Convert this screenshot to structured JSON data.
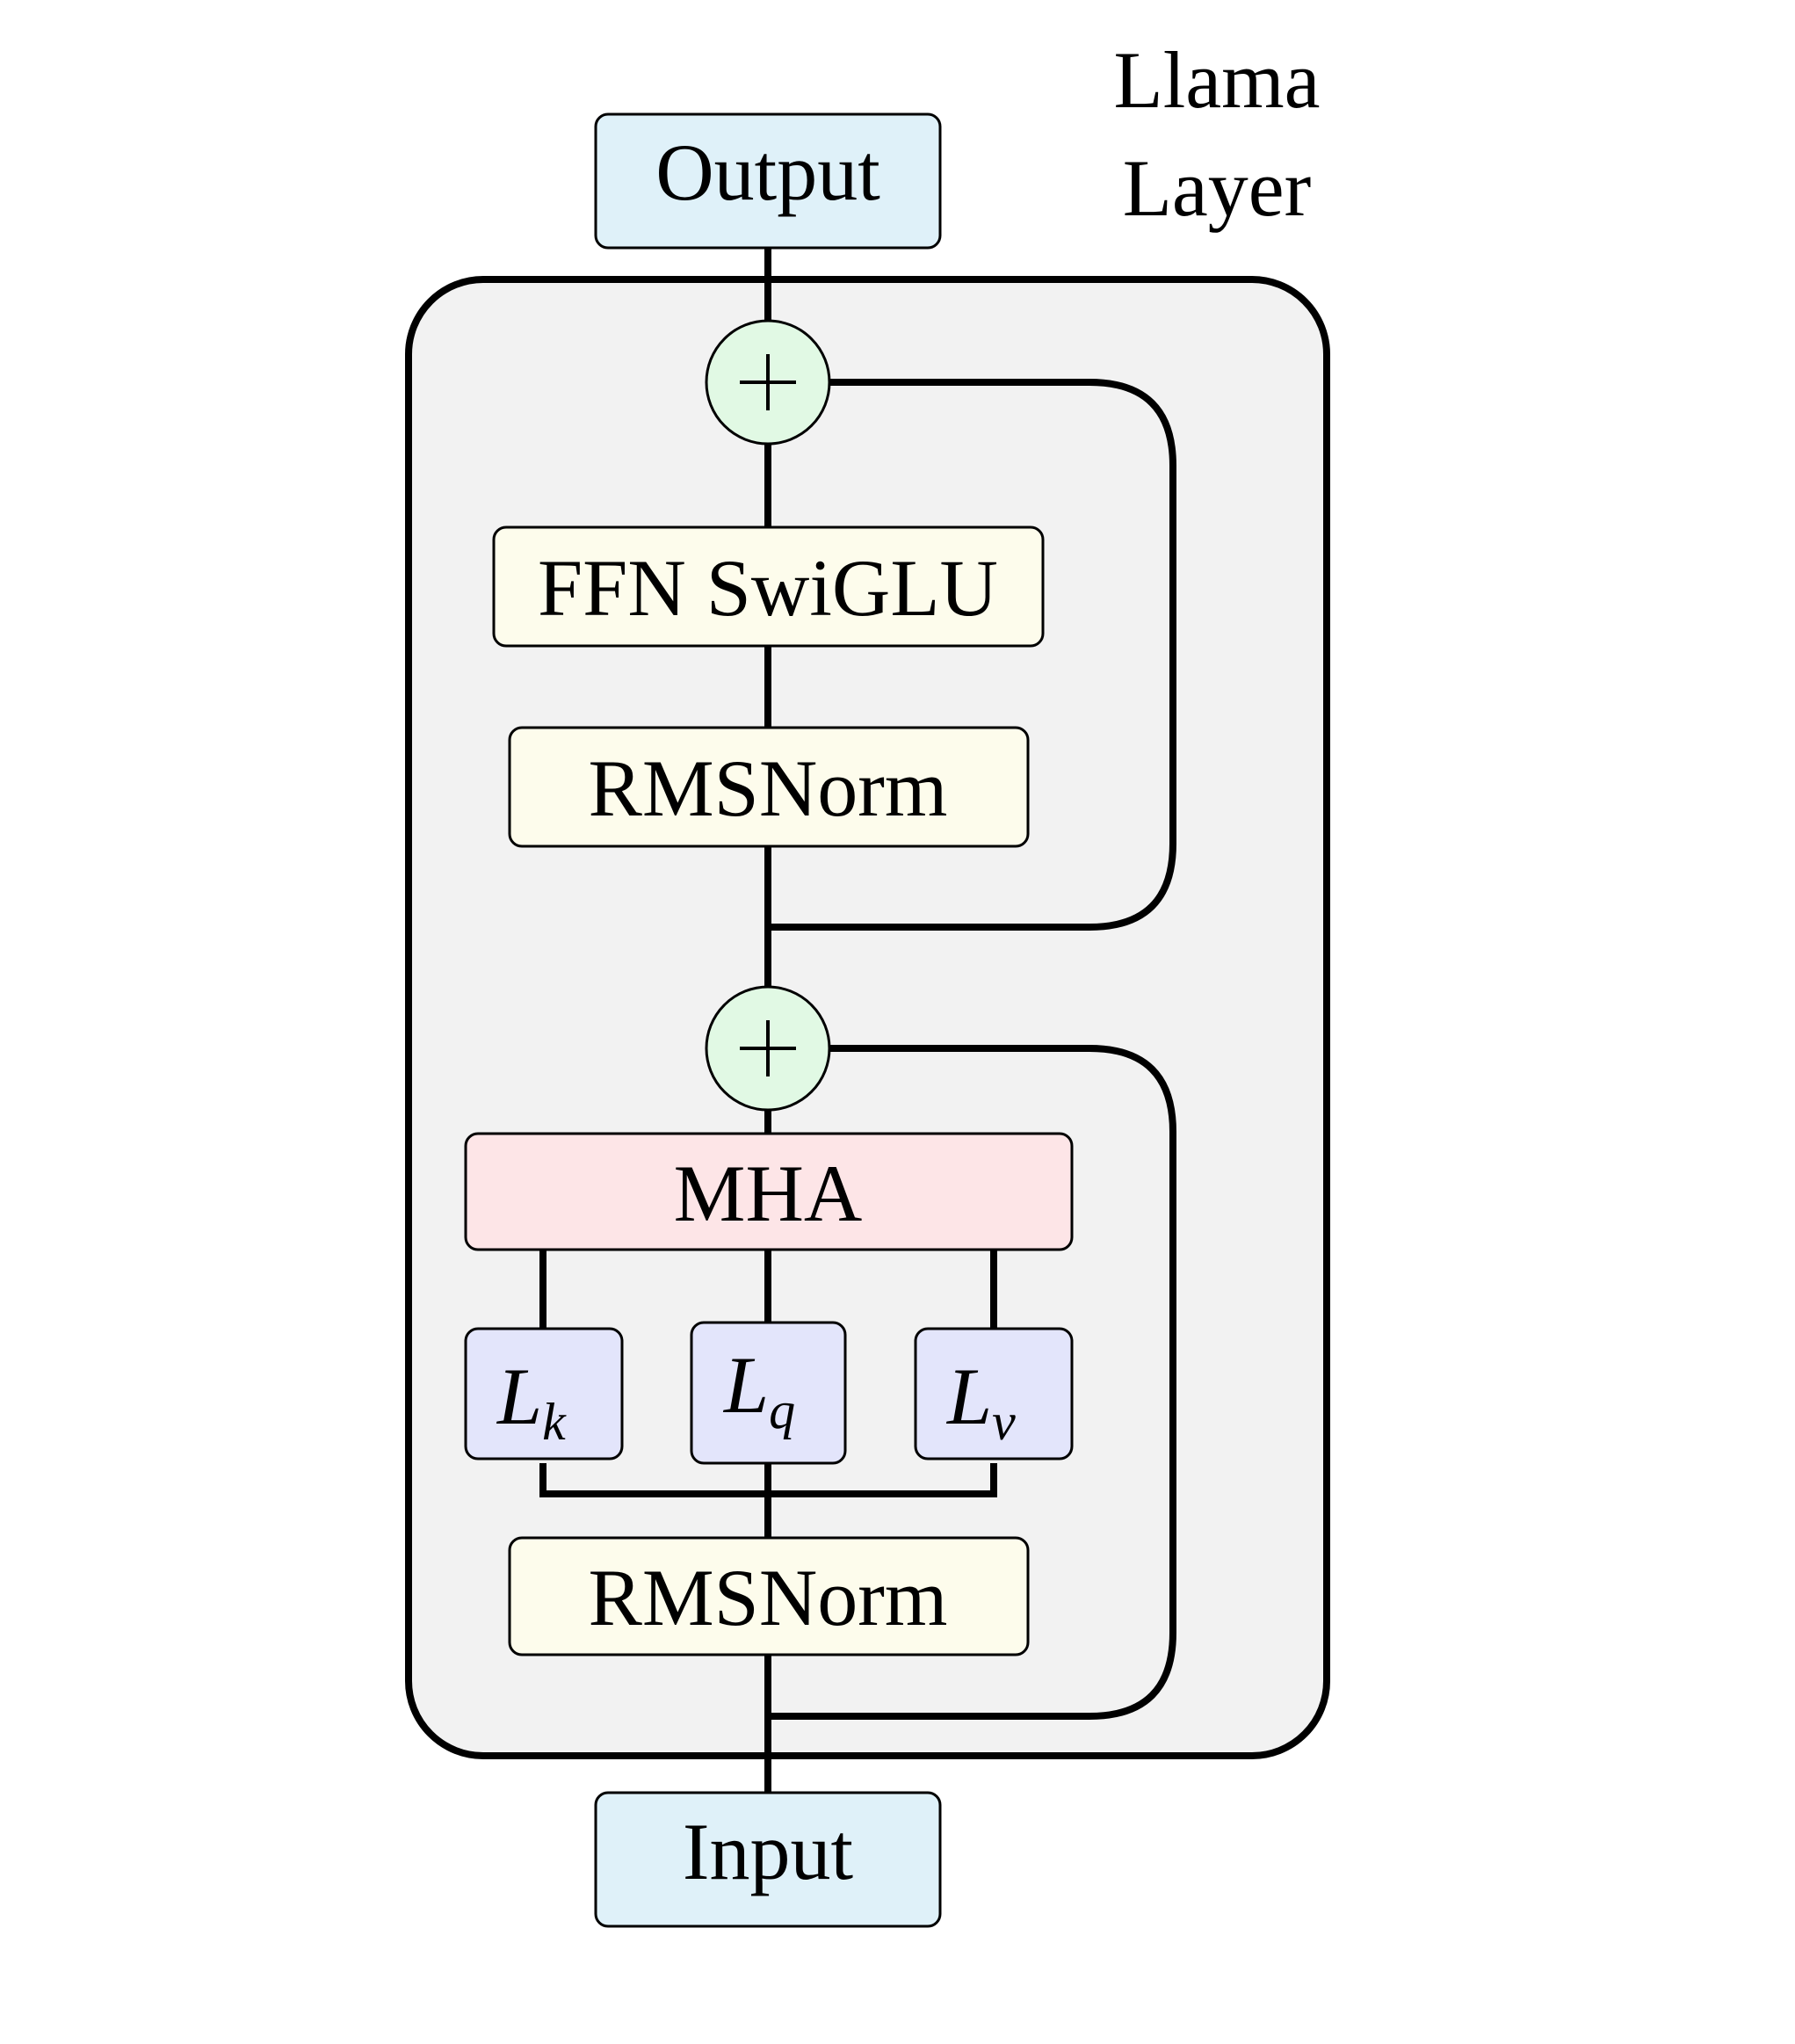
{
  "diagram": {
    "layer_title": {
      "line1": "Llama",
      "line2": "Layer"
    },
    "output": {
      "label": "Output"
    },
    "input": {
      "label": "Input"
    },
    "ffn": {
      "label": "FFN SwiGLU"
    },
    "norm_top": {
      "label": "RMSNorm"
    },
    "norm_bottom": {
      "label": "RMSNorm"
    },
    "mha": {
      "label": "MHA"
    },
    "adder": {
      "symbol": "+"
    },
    "projections": {
      "k": {
        "main": "L",
        "sub": "k"
      },
      "q": {
        "main": "L",
        "sub": "q"
      },
      "v": {
        "main": "L",
        "sub": "v"
      }
    },
    "colors": {
      "io_fill": "#dff1f9",
      "norm_fill": "#fdfcec",
      "mha_fill": "#fde5e7",
      "proj_fill": "#e3e5fb",
      "adder_fill": "#e1f9e4",
      "layer_fill": "#f2f2f2",
      "stroke": "#000000"
    }
  }
}
